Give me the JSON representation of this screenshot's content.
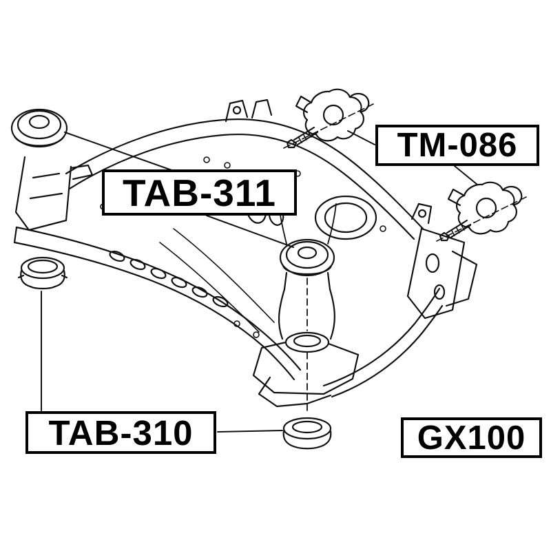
{
  "page": {
    "background": "#ffffff",
    "line_color": "#111111"
  },
  "callouts": {
    "tab311": {
      "text": "TAB-311"
    },
    "tm086": {
      "text": "TM-086"
    },
    "tab310": {
      "text": "TAB-310"
    },
    "gx100": {
      "text": "GX100"
    }
  }
}
